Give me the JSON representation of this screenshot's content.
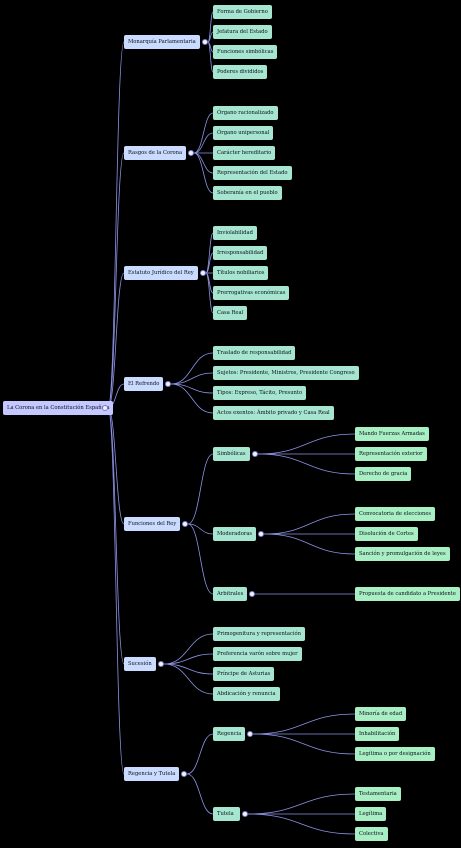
{
  "colors": {
    "background": "#000000",
    "link": "#8d93e6",
    "root": "#c5c8ff",
    "level1": "#c9dcff",
    "level2": "#a6e6d0",
    "level3": "#a8f0c4"
  },
  "tree": {
    "label": "La Corona en la Constitución Española",
    "children": [
      {
        "label": "Monarquía Parlamentaria",
        "children": [
          {
            "label": "Forma de Gobierno"
          },
          {
            "label": "Jefatura del Estado"
          },
          {
            "label": "Funciones simbólicas"
          },
          {
            "label": "Poderes divididos"
          }
        ]
      },
      {
        "label": "Rasgos de la Corona",
        "children": [
          {
            "label": "Órgano racionalizado"
          },
          {
            "label": "Órgano unipersonal"
          },
          {
            "label": "Carácter hereditario"
          },
          {
            "label": "Representación del Estado"
          },
          {
            "label": "Soberanía en el pueblo"
          }
        ]
      },
      {
        "label": "Estatuto Jurídico del Rey",
        "children": [
          {
            "label": "Inviolabilidad"
          },
          {
            "label": "Irresponsabilidad"
          },
          {
            "label": "Títulos nobiliarios"
          },
          {
            "label": "Prerrogativas económicas"
          },
          {
            "label": "Casa Real"
          }
        ]
      },
      {
        "label": "El Refrendo",
        "children": [
          {
            "label": "Traslado de responsabilidad"
          },
          {
            "label": "Sujetos: Presidente, Ministros, Presidente Congreso"
          },
          {
            "label": "Tipos: Expreso, Tácito, Presunto"
          },
          {
            "label": "Actos exentos: Ámbito privado y Casa Real"
          }
        ]
      },
      {
        "label": "Funciones del Rey",
        "children": [
          {
            "label": "Simbólicas",
            "children": [
              {
                "label": "Mando Fuerzas Armadas"
              },
              {
                "label": "Representación exterior"
              },
              {
                "label": "Derecho de gracia"
              }
            ]
          },
          {
            "label": "Moderadoras",
            "children": [
              {
                "label": "Convocatoria de elecciones"
              },
              {
                "label": "Disolución de Cortes"
              },
              {
                "label": "Sanción y promulgación de leyes"
              }
            ]
          },
          {
            "label": "Arbitrales",
            "children": [
              {
                "label": "Propuesta de candidato a Presidente"
              }
            ]
          }
        ]
      },
      {
        "label": "Sucesión",
        "children": [
          {
            "label": "Primogenitura y representación"
          },
          {
            "label": "Preferencia varón sobre mujer"
          },
          {
            "label": "Príncipe de Asturias"
          },
          {
            "label": "Abdicación y renuncia"
          }
        ]
      },
      {
        "label": "Regencia y Tutela",
        "children": [
          {
            "label": "Regencia",
            "children": [
              {
                "label": "Minoría de edad"
              },
              {
                "label": "Inhabilitación"
              },
              {
                "label": "Legítima o por designación"
              }
            ]
          },
          {
            "label": "Tutela",
            "children": [
              {
                "label": "Testamentaria"
              },
              {
                "label": "Legítima"
              },
              {
                "label": "Colectiva"
              }
            ]
          }
        ]
      }
    ]
  }
}
